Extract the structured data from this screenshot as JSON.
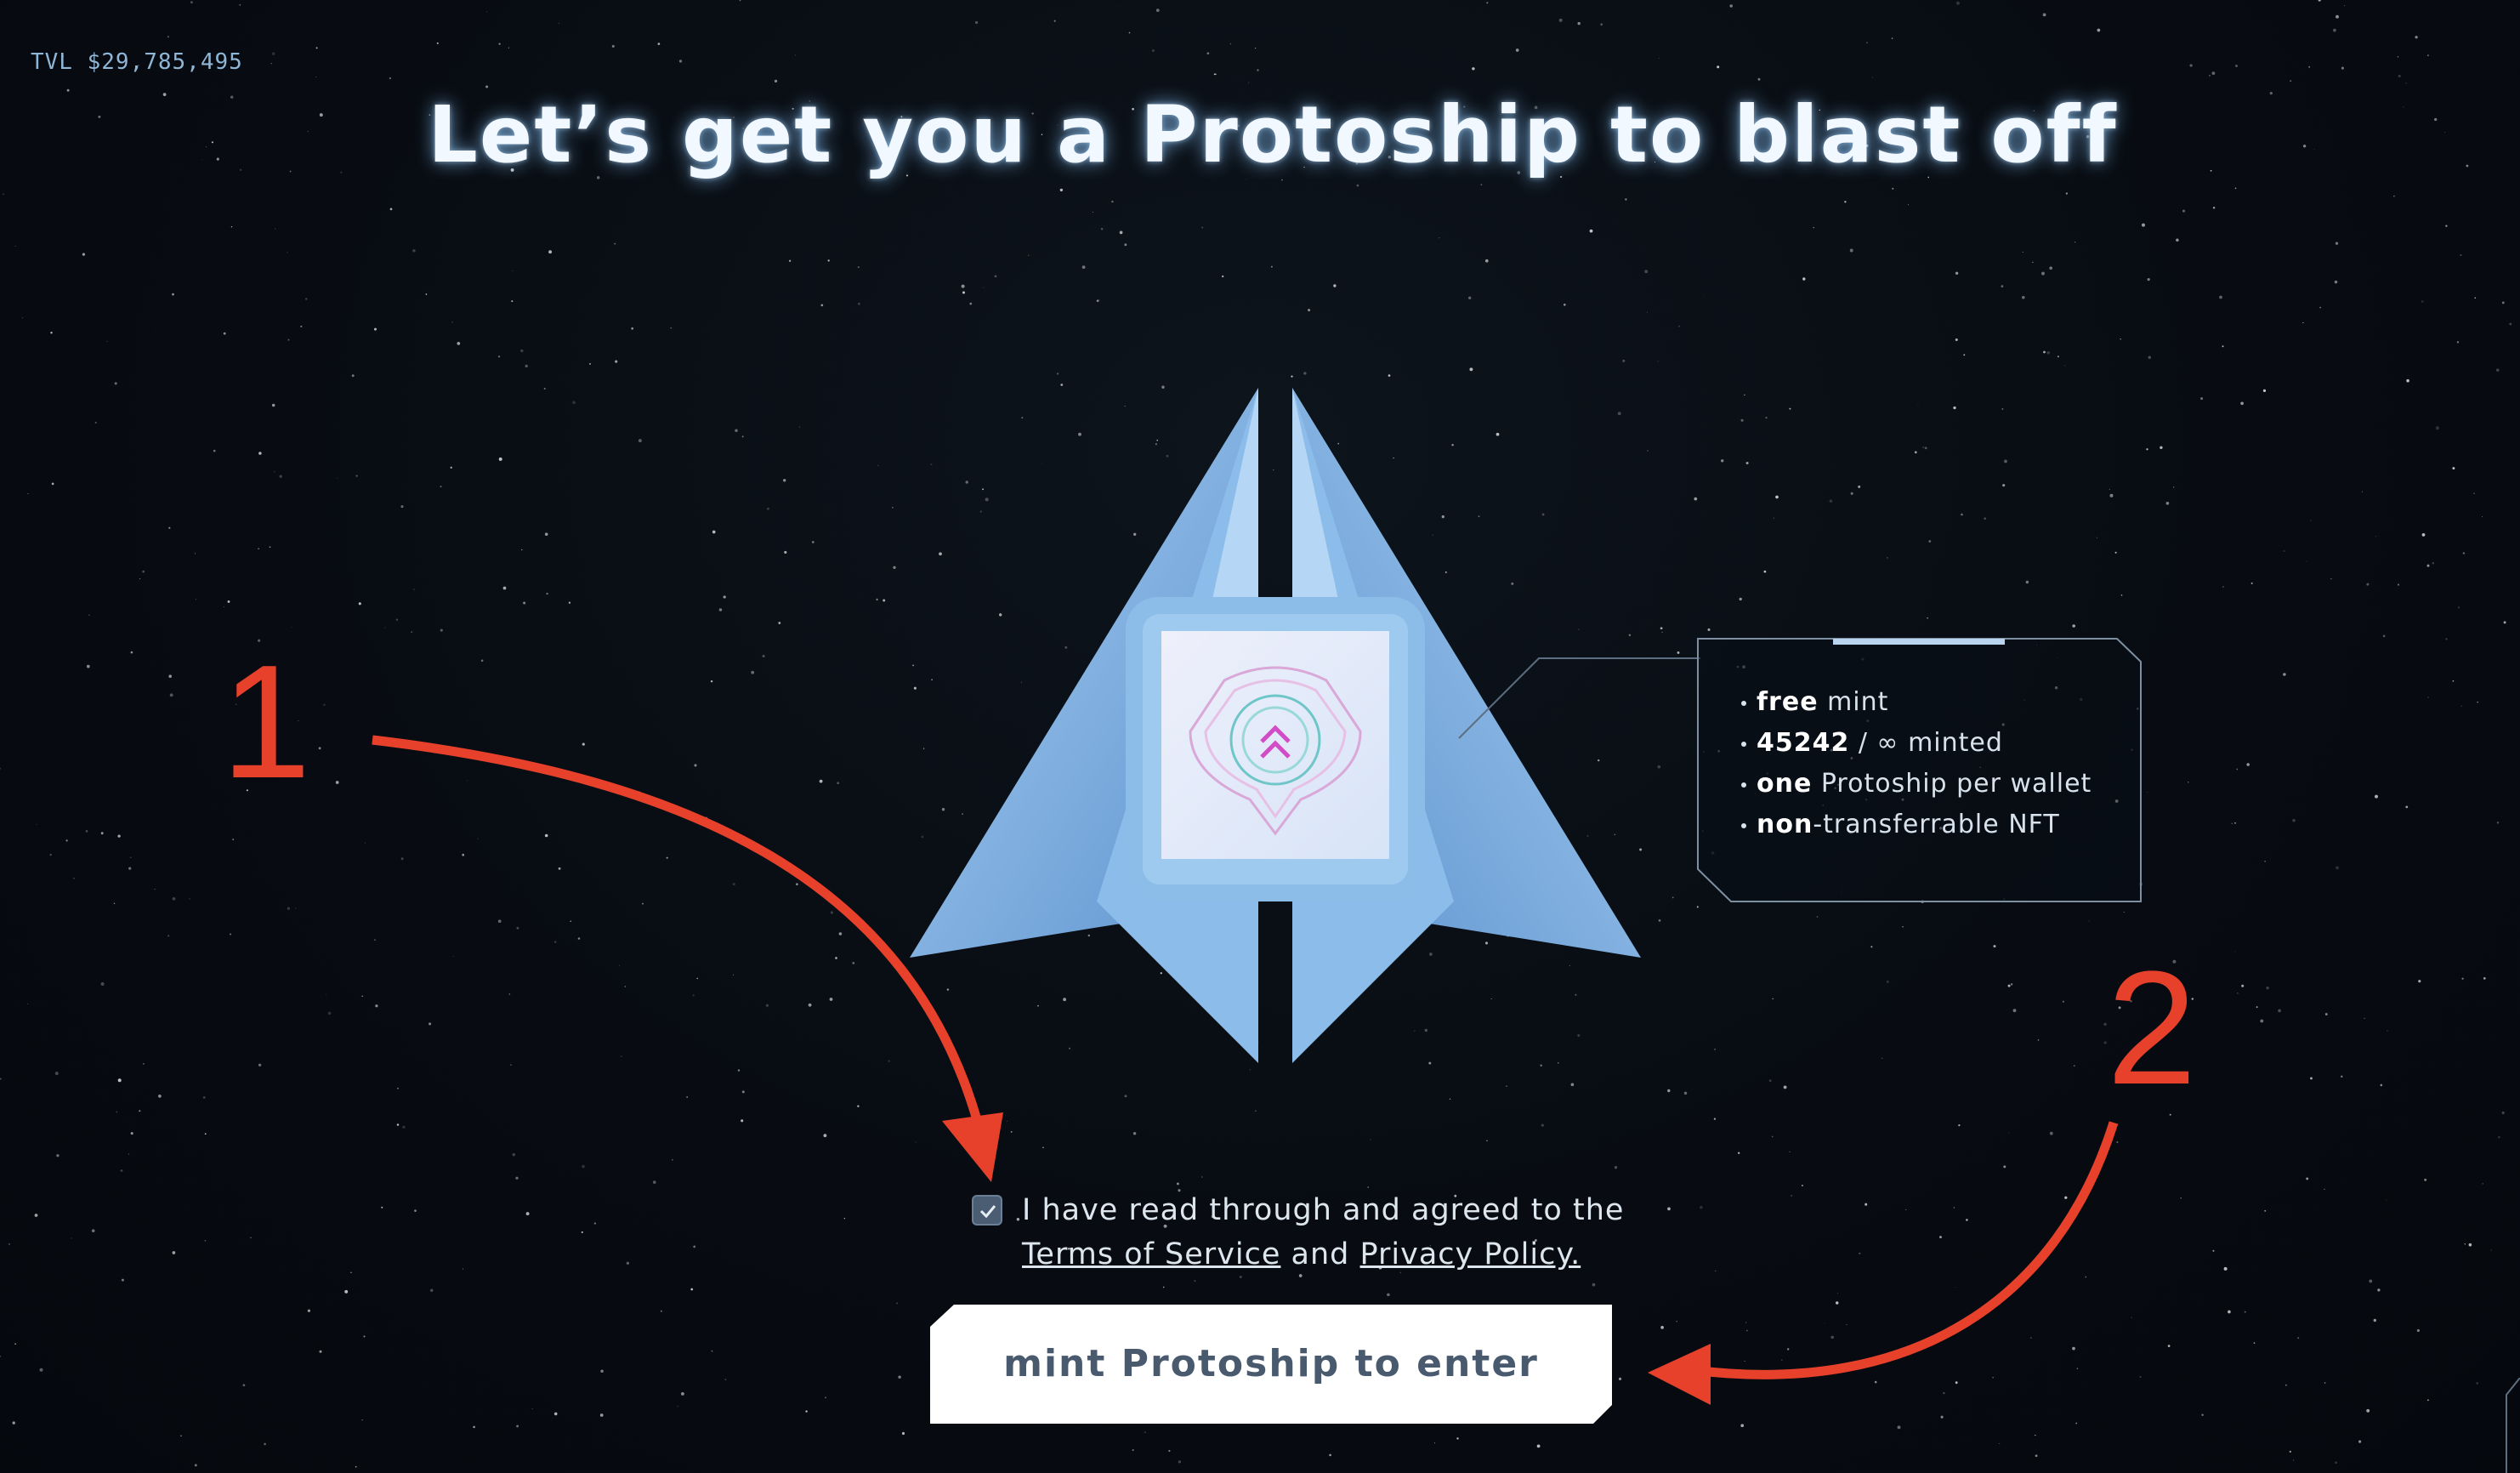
{
  "header": {
    "tvl": "TVL $29,785,495"
  },
  "title": "Let’s get you a Protoship to blast off",
  "info": {
    "items": [
      {
        "bold": "free",
        "rest": " mint"
      },
      {
        "bold": "45242",
        "rest": " / ∞ minted"
      },
      {
        "bold": "one",
        "rest": " Protoship per wallet"
      },
      {
        "bold": "non",
        "rest": "-transferrable NFT"
      }
    ]
  },
  "agreement": {
    "line1": "I have read through and agreed to the",
    "terms_link": "Terms of Service",
    "and": " and ",
    "privacy_link": "Privacy Policy.",
    "checked": true
  },
  "mint_button": {
    "label": "mint Protoship to enter"
  },
  "annotations": {
    "first": "1",
    "second": "2"
  },
  "colors": {
    "annotation": "#e8412b",
    "ship": "#7fb3e6",
    "background": "#080c12"
  }
}
